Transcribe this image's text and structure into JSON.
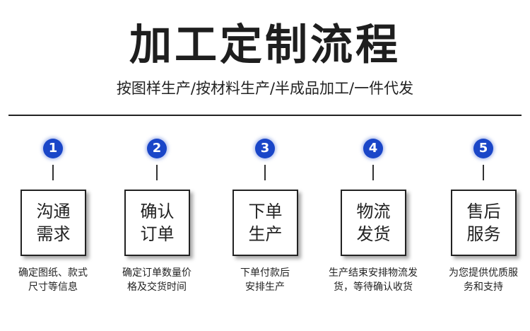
{
  "title": "加工定制流程",
  "subtitle": "按图样生产/按材料生产/半成品加工/一件代发",
  "steps": [
    {
      "number": "1",
      "line1": "沟通",
      "line2": "需求",
      "desc1": "确定图纸、款式",
      "desc2": "尺寸等信息"
    },
    {
      "number": "2",
      "line1": "确认",
      "line2": "订单",
      "desc1": "确定订单数量价",
      "desc2": "格及交货时间"
    },
    {
      "number": "3",
      "line1": "下单",
      "line2": "生产",
      "desc1": "下单付款后",
      "desc2": "安排生产"
    },
    {
      "number": "4",
      "line1": "物流",
      "line2": "发货",
      "desc1": "生产结束安排物流发",
      "desc2": "货，等待确认收货"
    },
    {
      "number": "5",
      "line1": "售后",
      "line2": "服务",
      "desc1": "为您提供优质服",
      "desc2": "务和支持"
    }
  ],
  "colors": {
    "accent": "#1a46c8",
    "text": "#222222"
  }
}
